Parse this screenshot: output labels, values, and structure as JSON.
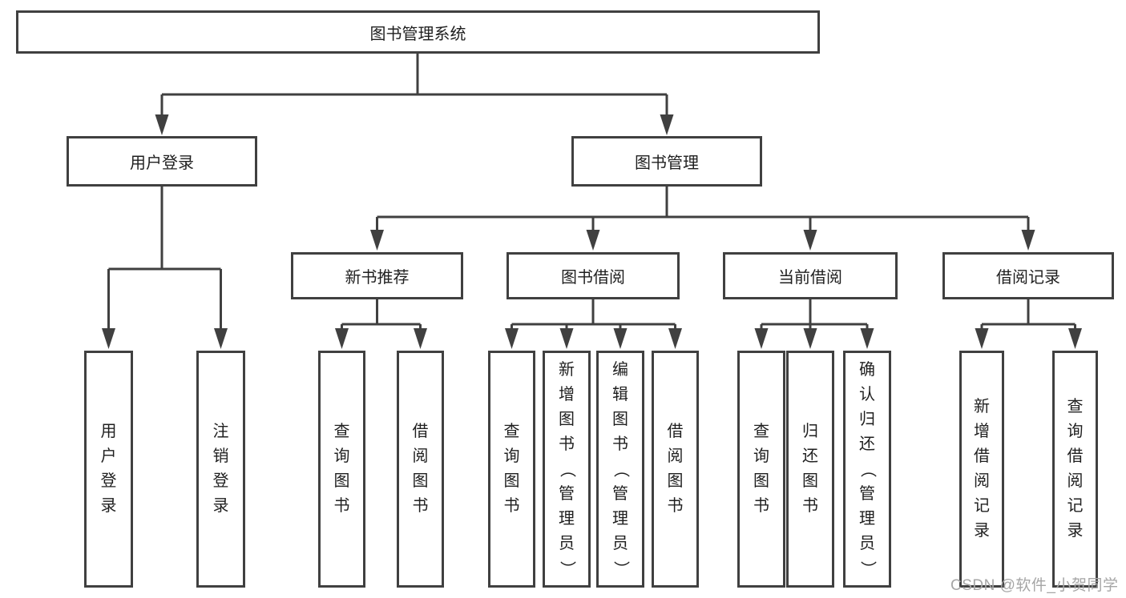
{
  "title": {
    "label": "图书管理系统"
  },
  "branches": {
    "user_login": {
      "label": "用户登录",
      "children": {
        "login": {
          "label": "用户登录"
        },
        "logout": {
          "label": "注销登录"
        }
      }
    },
    "book_mgmt": {
      "label": "图书管理",
      "children": {
        "new_book": {
          "label": "新书推荐",
          "children": {
            "query": {
              "label": "查询图书"
            },
            "borrow": {
              "label": "借阅图书"
            }
          }
        },
        "borrowing": {
          "label": "图书借阅",
          "children": {
            "query": {
              "label": "查询图书"
            },
            "add": {
              "label": "新增图书（管理员）"
            },
            "edit": {
              "label": "编辑图书（管理员）"
            },
            "borrow": {
              "label": "借阅图书"
            }
          }
        },
        "current": {
          "label": "当前借阅",
          "children": {
            "query": {
              "label": "查询图书"
            },
            "return": {
              "label": "归还图书"
            },
            "confirm": {
              "label": "确认归还（管理员）"
            }
          }
        },
        "records": {
          "label": "借阅记录",
          "children": {
            "add": {
              "label": "新增借阅记录"
            },
            "query": {
              "label": "查询借阅记录"
            }
          }
        }
      }
    }
  },
  "watermark": {
    "text": "CSDN @软件_小贺同学"
  },
  "colors": {
    "line": "#404040",
    "text": "#1f1f1f",
    "box_background": "#ffffff",
    "watermark": "#a6a6a6"
  }
}
